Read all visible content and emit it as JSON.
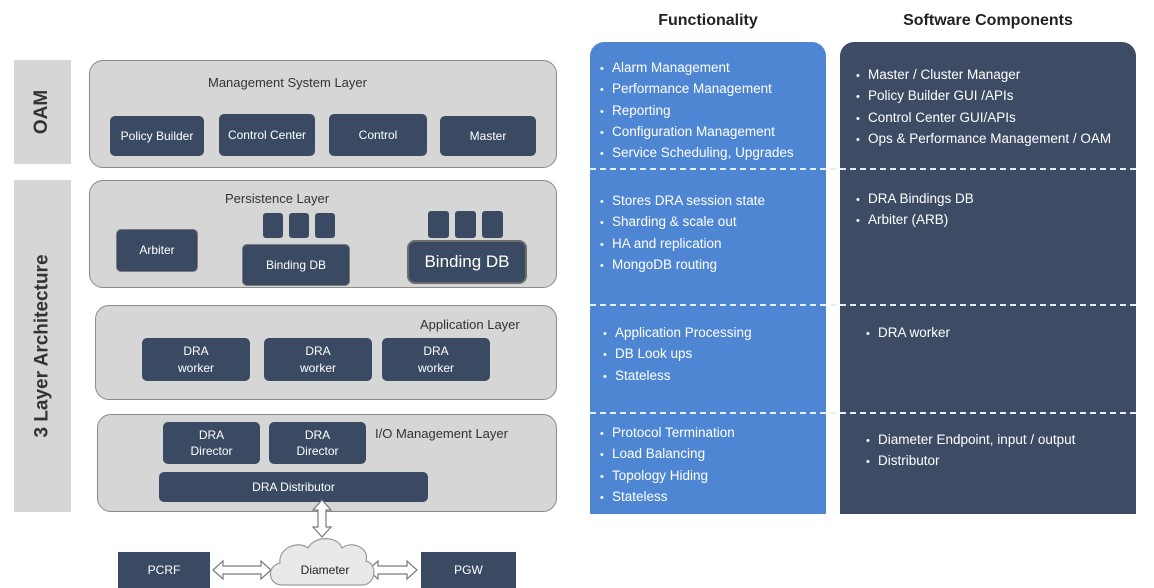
{
  "sidebar": {
    "oam": "OAM",
    "three_layer": "3 Layer Architecture"
  },
  "layers": {
    "management": {
      "title": "Management System Layer",
      "nodes": [
        "Policy Builder",
        "Control Center",
        "Control",
        "Master"
      ]
    },
    "persistence": {
      "title": "Persistence Layer",
      "arbiter": "Arbiter",
      "binding_db_small": "Binding DB",
      "binding_db_large": "Binding DB"
    },
    "application": {
      "title": "Application Layer",
      "workers": [
        "DRA\nworker",
        "DRA\nworker",
        "DRA\nworker"
      ]
    },
    "io": {
      "title": "I/O Management Layer",
      "directors": [
        "DRA\nDirector",
        "DRA\nDirector"
      ],
      "distributor": "DRA Distributor"
    }
  },
  "bottom": {
    "pcrf": "PCRF",
    "diameter": "Diameter",
    "pgw": "PGW"
  },
  "functionality": {
    "heading": "Functionality",
    "sections": [
      [
        "Alarm Management",
        "Performance Management",
        "Reporting",
        "Configuration Management",
        "Service Scheduling, Upgrades"
      ],
      [
        "Stores DRA session state",
        "Sharding & scale out",
        "HA and replication",
        "MongoDB routing"
      ],
      [
        "Application Processing",
        "DB Look ups",
        "Stateless"
      ],
      [
        "Protocol Termination",
        "Load Balancing",
        "Topology Hiding",
        "Stateless"
      ]
    ]
  },
  "components": {
    "heading": "Software Components",
    "sections": [
      [
        "Master / Cluster Manager",
        "Policy Builder GUI /APIs",
        "Control Center GUI/APIs",
        "Ops & Performance Management / OAM"
      ],
      [
        "DRA Bindings DB",
        "Arbiter (ARB)"
      ],
      [
        "DRA worker"
      ],
      [
        "Diameter Endpoint, input / output",
        "Distributor"
      ]
    ]
  },
  "colors": {
    "layer_gray": "#d6d6d6",
    "node_navy": "#3a4a63",
    "functionality_blue": "#4e86d4",
    "components_navy": "#3d4b65"
  }
}
